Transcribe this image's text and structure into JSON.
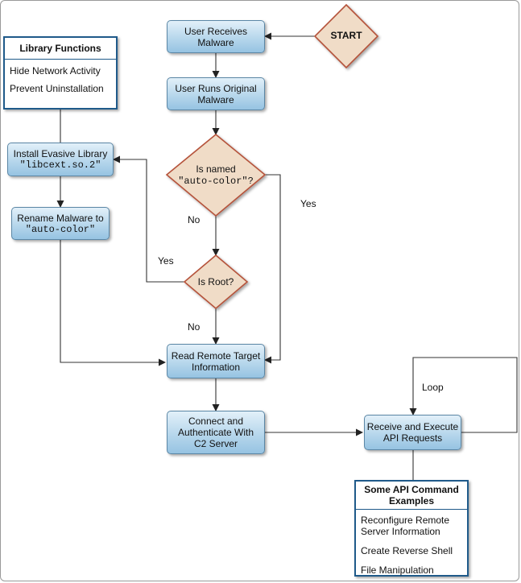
{
  "nodes": {
    "start": "START",
    "user_receives": "User Receives Malware",
    "user_runs": "User Runs Original Malware",
    "is_named_line1": "Is named",
    "is_named_line2": "\"auto-color\"?",
    "is_root": "Is Root?",
    "install_line1": "Install Evasive Library",
    "install_line2": "\"libcext.so.2\"",
    "rename_line1": "Rename Malware to",
    "rename_line2": "\"auto-color\"",
    "read_remote": "Read Remote Target Information",
    "connect": "Connect and Authenticate With C2 Server",
    "receive": "Receive and Execute API Requests"
  },
  "edge_labels": {
    "yes_named": "Yes",
    "no_named": "No",
    "yes_root": "Yes",
    "no_root": "No",
    "loop": "Loop"
  },
  "library_panel": {
    "title": "Library Functions",
    "items": [
      "Hide Network Activity",
      "Prevent Uninstallation"
    ]
  },
  "api_panel": {
    "title": "Some API Command Examples",
    "items": [
      "Reconfigure Remote Server Information",
      "Create Reverse Shell",
      "File Manipulation"
    ]
  },
  "colors": {
    "process_fill": "#b7d7ec",
    "decision_fill": "#f0dcc7",
    "decision_border": "#b5523a",
    "panel_border": "#1f5a8a"
  }
}
